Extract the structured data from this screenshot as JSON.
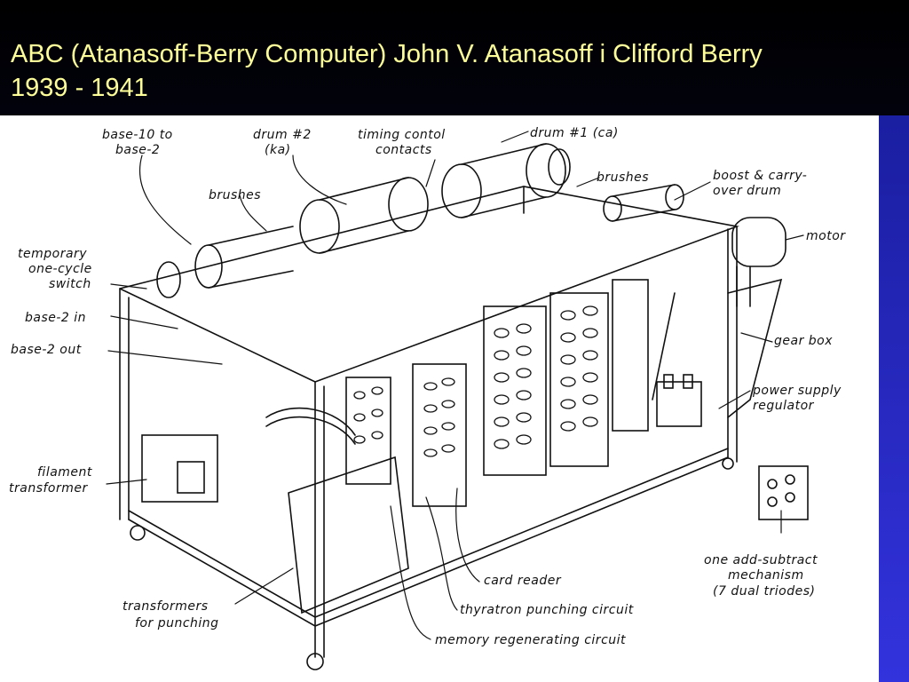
{
  "slide": {
    "title_line1": "ABC (Atanasoff-Berry Computer) John V. Atanasoff i Clifford Berry",
    "title_line2": "1939 - 1941",
    "colors": {
      "title_text": "#ffff99",
      "background": "#000033",
      "accent_strip": "#3333dd"
    }
  },
  "diagram": {
    "labels": {
      "base10_to_base2_a": "base-10 to",
      "base10_to_base2_b": "base-2",
      "drum2_a": "drum #2",
      "drum2_b": "(ka)",
      "timing_a": "timing contol",
      "timing_b": "contacts",
      "drum1": "drum #1  (ca)",
      "brushes_top": "brushes",
      "brushes_left": "brushes",
      "boost_a": "boost & carry-",
      "boost_b": "over drum",
      "motor": "motor",
      "temp_a": "temporary",
      "temp_b": "one-cycle",
      "temp_c": "switch",
      "base2_in": "base-2 in",
      "base2_out": "base-2 out",
      "gear_box": "gear box",
      "psu_a": "power supply",
      "psu_b": "regulator",
      "filament_a": "filament",
      "filament_b": "transformer",
      "addsub_a": "one add-subtract",
      "addsub_b": "mechanism",
      "addsub_c": "(7 dual triodes)",
      "card_reader": "card reader",
      "thyratron": "thyratron punching circuit",
      "transformers_a": "transformers",
      "transformers_b": "for punching",
      "memory": "memory regenerating circuit"
    }
  }
}
